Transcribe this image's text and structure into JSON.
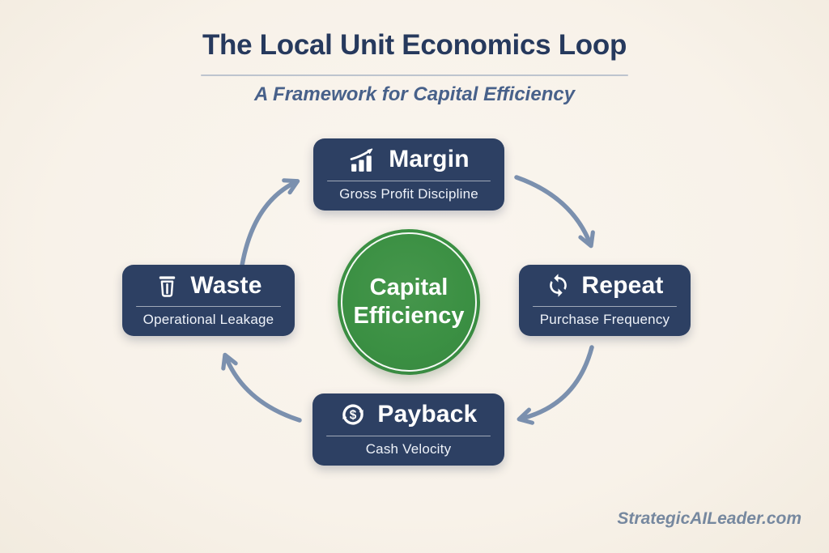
{
  "header": {
    "title": "The Local Unit Economics Loop",
    "subtitle": "A Framework for Capital Efficiency"
  },
  "center": {
    "label_line1": "Capital",
    "label_line2": "Efficiency"
  },
  "nodes": [
    {
      "id": "margin",
      "label": "Margin",
      "sublabel": "Gross Profit Discipline",
      "icon": "bar-chart-growth-icon",
      "position": "top"
    },
    {
      "id": "repeat",
      "label": "Repeat",
      "sublabel": "Purchase Frequency",
      "icon": "cycle-arrows-icon",
      "position": "right"
    },
    {
      "id": "payback",
      "label": "Payback",
      "sublabel": "Cash Velocity",
      "icon": "dollar-cycle-icon",
      "position": "bottom"
    },
    {
      "id": "waste",
      "label": "Waste",
      "sublabel": "Operational Leakage",
      "icon": "trash-icon",
      "position": "left"
    }
  ],
  "loop": {
    "direction": "clockwise",
    "arrows": [
      "waste-to-margin",
      "margin-to-repeat",
      "repeat-to-payback",
      "payback-to-waste"
    ]
  },
  "footer": {
    "watermark": "StrategicAILeader.com"
  },
  "colors": {
    "bg": "#f8f2e9",
    "box": "#2d4063",
    "green": "#3b9043",
    "arrow": "#7b90ae",
    "title": "#26395d",
    "subtitle": "#48618a",
    "watermark": "#76889f",
    "divider": "#bdc4ce"
  }
}
